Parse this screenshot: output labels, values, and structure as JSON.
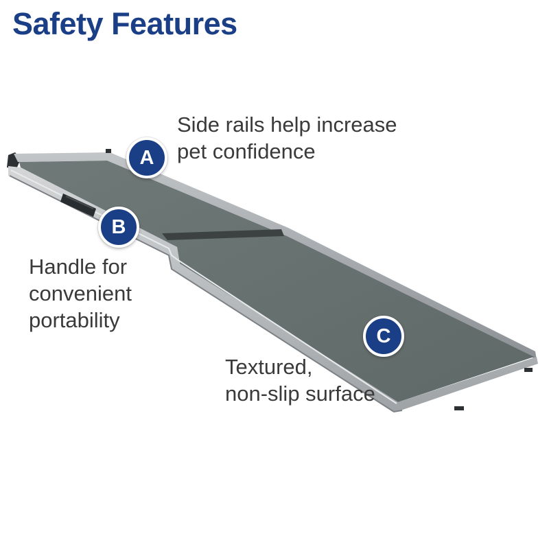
{
  "title": "Safety Features",
  "colors": {
    "brand_blue": "#1b3f86",
    "body_text": "#3a3a3a",
    "ramp_surface": "#67716f",
    "ramp_rail": "#b9bcbf"
  },
  "features": [
    {
      "letter": "A",
      "lines": [
        "Side rails help increase",
        "pet confidence"
      ]
    },
    {
      "letter": "B",
      "lines": [
        "Handle for",
        "convenient",
        "portability"
      ]
    },
    {
      "letter": "C",
      "lines": [
        "Textured,",
        "non-slip surface"
      ]
    }
  ]
}
